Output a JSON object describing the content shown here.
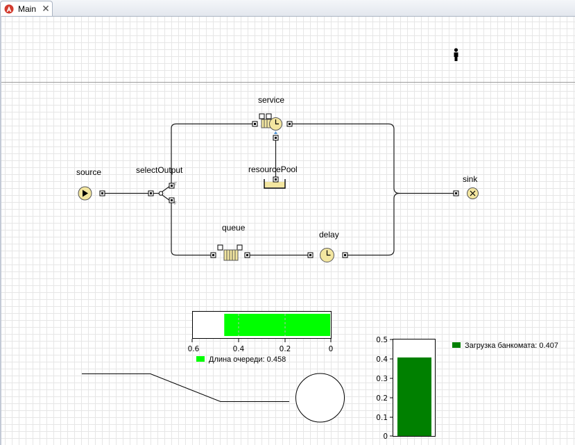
{
  "tab": {
    "title": "Main",
    "icon": "anylogic-app-icon"
  },
  "blocks": {
    "source": "source",
    "selectOutput": "selectOutput",
    "service": "service",
    "resourcePool": "resourcePool",
    "queue": "queue",
    "delay": "delay",
    "sink": "sink"
  },
  "port_marks": {
    "true": "T",
    "false": "F"
  },
  "queue_chart": {
    "legend": "Длина очереди: 0.458",
    "color": "#00ff00",
    "ticks": [
      "0.6",
      "0.4",
      "0.2",
      "0"
    ]
  },
  "utilization_chart": {
    "legend": "Загрузка банкомата: 0.407",
    "color": "#008000",
    "ticks": [
      "0.5",
      "0.4",
      "0.3",
      "0.2",
      "0.1",
      "0"
    ]
  },
  "chart_data": [
    {
      "type": "bar",
      "orientation": "horizontal",
      "series": [
        {
          "name": "Длина очереди",
          "values": [
            0.458
          ]
        }
      ],
      "xlim": [
        0,
        0.6
      ],
      "direction": "right-to-left",
      "legend": "bottom"
    },
    {
      "type": "bar",
      "orientation": "vertical",
      "series": [
        {
          "name": "Загрузка банкомата",
          "values": [
            0.407
          ]
        }
      ],
      "ylim": [
        0,
        0.5
      ],
      "legend": "right"
    }
  ]
}
